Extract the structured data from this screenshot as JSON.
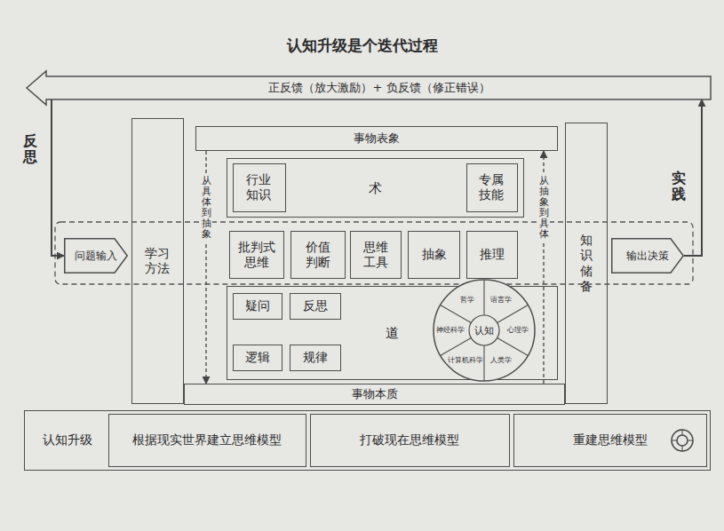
{
  "diagram": {
    "title": "认知升级是个迭代过程",
    "nodes": [
      {
        "text": [
          "正反馈（放大激励）+ 负反馈（修正错误）"
        ]
      },
      {
        "text": [
          "事物表象"
        ]
      },
      {
        "text": [
          "学习方法"
        ]
      },
      {
        "text": [
          "知识储备"
        ]
      },
      {
        "text": [
          "术"
        ]
      },
      {
        "text": [
          "行业知识"
        ],
        "in": 4
      },
      {
        "text": [
          "专属技能"
        ],
        "in": 4
      },
      {
        "text": [
          "问题输入"
        ]
      },
      {
        "text": [
          "批判式思维"
        ]
      },
      {
        "text": [
          "价值判断"
        ]
      },
      {
        "text": [
          "思维工具"
        ]
      },
      {
        "text": [
          "抽象"
        ]
      },
      {
        "text": [
          "推理"
        ]
      },
      {
        "text": [
          "输出决策"
        ]
      },
      {
        "text": [
          "道"
        ]
      },
      {
        "text": [
          "疑问"
        ],
        "in": 14
      },
      {
        "text": [
          "反思"
        ],
        "in": 14
      },
      {
        "text": [
          "逻辑"
        ],
        "in": 14
      },
      {
        "text": [
          "规律"
        ],
        "in": 14
      },
      {
        "text": [
          "哲学",
          "语言学",
          "心理学",
          "人类学",
          "计算机科学",
          "神经科学",
          "认知"
        ],
        "in": 14
      },
      {
        "text": [
          "事物本质"
        ]
      },
      {
        "text": [
          "认知升级"
        ]
      },
      {
        "text": [
          "根据现实世界建立思维模型"
        ],
        "in": 21
      },
      {
        "text": [
          "打破现在思维模型"
        ],
        "in": 21
      },
      {
        "text": [
          "重建思维模型"
        ],
        "in": 21
      }
    ],
    "edges": [
      {
        "from": 13,
        "to": 0,
        "arrow": "to",
        "label": "实践"
      },
      {
        "from": 0,
        "to": 7,
        "arrow": "to",
        "label": "反思"
      },
      {
        "from": 1,
        "to": 20,
        "arrow": "to",
        "label": "从具体到抽象"
      },
      {
        "from": 20,
        "to": 1,
        "arrow": "to",
        "label": "从抽象到具体"
      }
    ]
  }
}
